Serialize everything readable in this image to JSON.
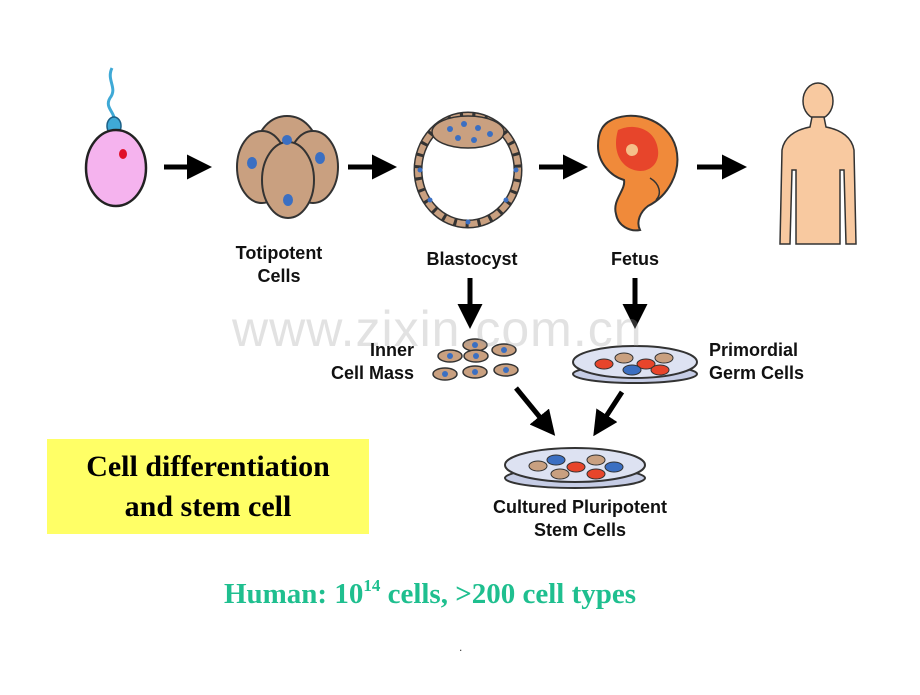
{
  "labels": {
    "totipotent_line1": "Totipotent",
    "totipotent_line2": "Cells",
    "blastocyst": "Blastocyst",
    "fetus": "Fetus",
    "inner_line1": "Inner",
    "inner_line2": "Cell Mass",
    "primordial_line1": "Primordial",
    "primordial_line2": "Germ Cells",
    "cultured_line1": "Cultured Pluripotent",
    "cultured_line2": "Stem Cells"
  },
  "title": {
    "line1": "Cell differentiation",
    "line2": "and stem cell"
  },
  "footer": {
    "prefix": "Human:  10",
    "exponent": "14",
    "suffix": " cells,  >200 cell types"
  },
  "watermark": "www.zixin.com.cn",
  "page_dot": ".",
  "colors": {
    "egg": "#f5b3ee",
    "sperm": "#3fa9d6",
    "cell_tan": "#c9a080",
    "nucleus_blue": "#3b6fc2",
    "fetus": "#f08a3a",
    "skin": "#f8c9a0",
    "title_bg": "#ffff66",
    "footer_text": "#1fbf8f"
  }
}
